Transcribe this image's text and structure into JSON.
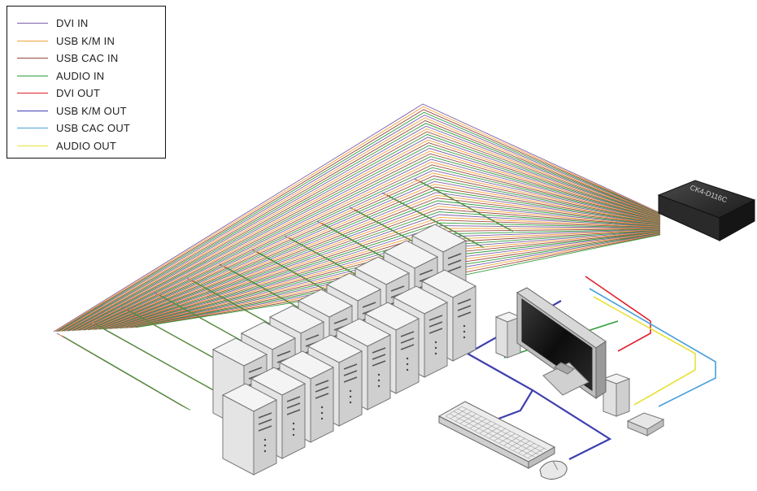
{
  "legend": {
    "items": [
      {
        "label": "DVI IN",
        "color": "#7b5ea8"
      },
      {
        "label": "USB K/M IN",
        "color": "#f2a23c"
      },
      {
        "label": "USB CAC IN",
        "color": "#9c4a3c"
      },
      {
        "label": "AUDIO IN",
        "color": "#2e9d3a"
      },
      {
        "label": "DVI OUT",
        "color": "#e0202a"
      },
      {
        "label": "USB K/M OUT",
        "color": "#3f3fb0"
      },
      {
        "label": "USB CAC OUT",
        "color": "#4aa0d8"
      },
      {
        "label": "AUDIO OUT",
        "color": "#e8e23a"
      }
    ]
  },
  "device": {
    "label": "CK4-D116C"
  },
  "computers": {
    "count": 16
  }
}
